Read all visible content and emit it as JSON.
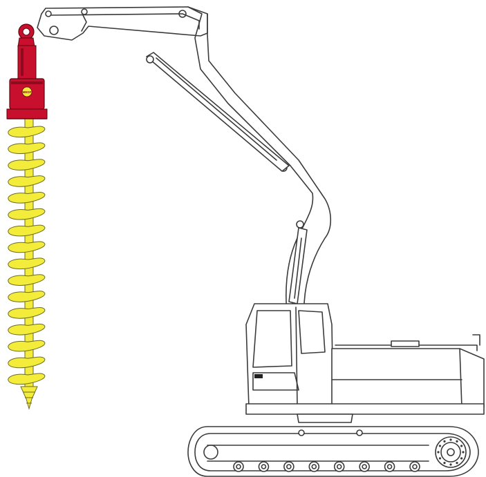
{
  "figure": {
    "subject": "excavator-with-hydraulic-auger-drive",
    "colors": {
      "drive_red": "#c8102e",
      "drive_dark_red": "#8e0a1e",
      "auger_yellow": "#f3ec3a",
      "auger_outline": "#6b6b20",
      "line": "#3a3a3a",
      "background": "#ffffff"
    },
    "labels": {
      "drive_badge": "MEDF"
    },
    "auger_flights": 16,
    "track_rollers": 8
  }
}
